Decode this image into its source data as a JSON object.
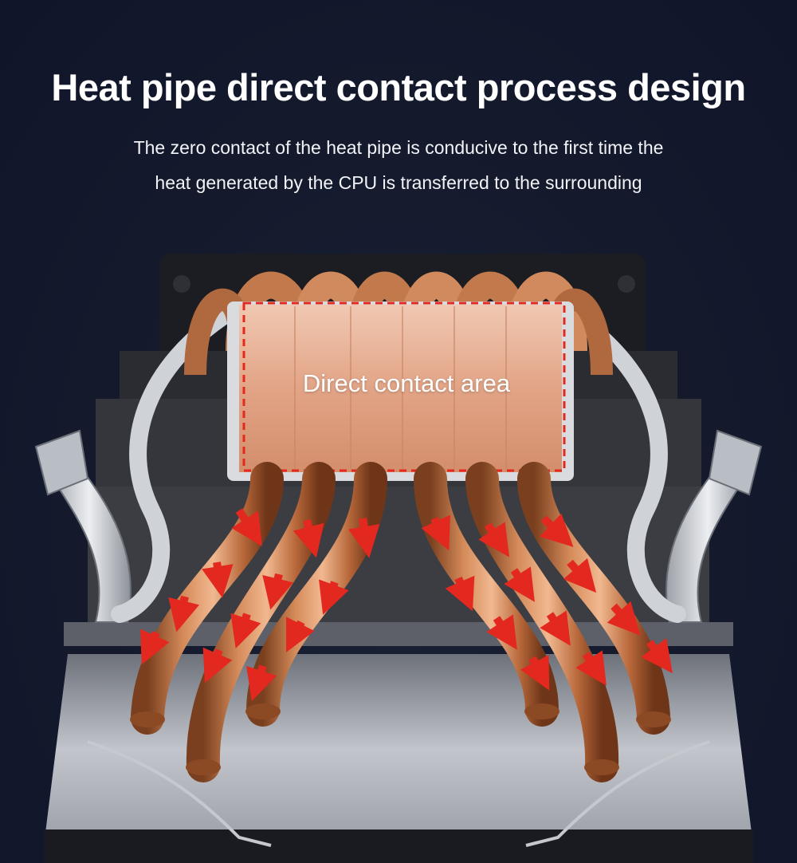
{
  "header": {
    "title": "Heat pipe direct contact process design",
    "description_line1": "The zero contact of the heat pipe is conducive to the first time the",
    "description_line2": "heat generated by the CPU is transferred to the surrounding"
  },
  "product_image": {
    "contact_area_label": "Direct contact area",
    "heat_pipe_count": 6,
    "colors": {
      "background": "#141a2c",
      "copper": "#c87a4a",
      "arrow": "#e3281f",
      "dashed_outline": "#e3281f",
      "aluminum": "#c9ccd2"
    }
  }
}
